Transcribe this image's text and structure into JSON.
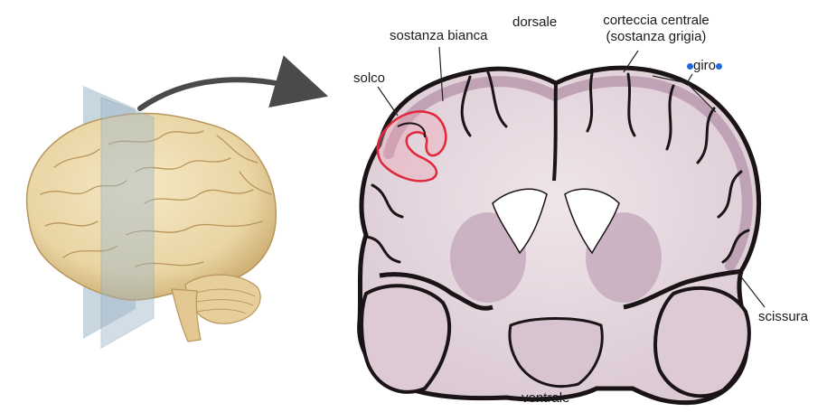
{
  "labels": {
    "dorsale": "dorsale",
    "sostanza_bianca": "sostanza bianca",
    "corteccia_line1": "corteccia centrale",
    "corteccia_line2": "(sostanza grigia)",
    "solco": "solco",
    "giro": "giro",
    "scissura": "scissura",
    "ventrale": "ventrale"
  },
  "colors": {
    "background": "#ffffff",
    "brain_3d": "#efdcae",
    "brain_3d_shadow": "#caa96d",
    "section_plane": "#9fb6c8",
    "tissue_white_matter": "#e9dde3",
    "tissue_gray_matter": "#b89aae",
    "tissue_edge": "#1b1416",
    "sulcus_highlight": "#e0273b",
    "giro_dots": "#1f6ad8",
    "arrow": "#4a4a4a",
    "leader_lines": "#222222"
  },
  "icons": {
    "arrow": "curved-arrow-icon",
    "giro_marker": "blue-dot-icon"
  }
}
